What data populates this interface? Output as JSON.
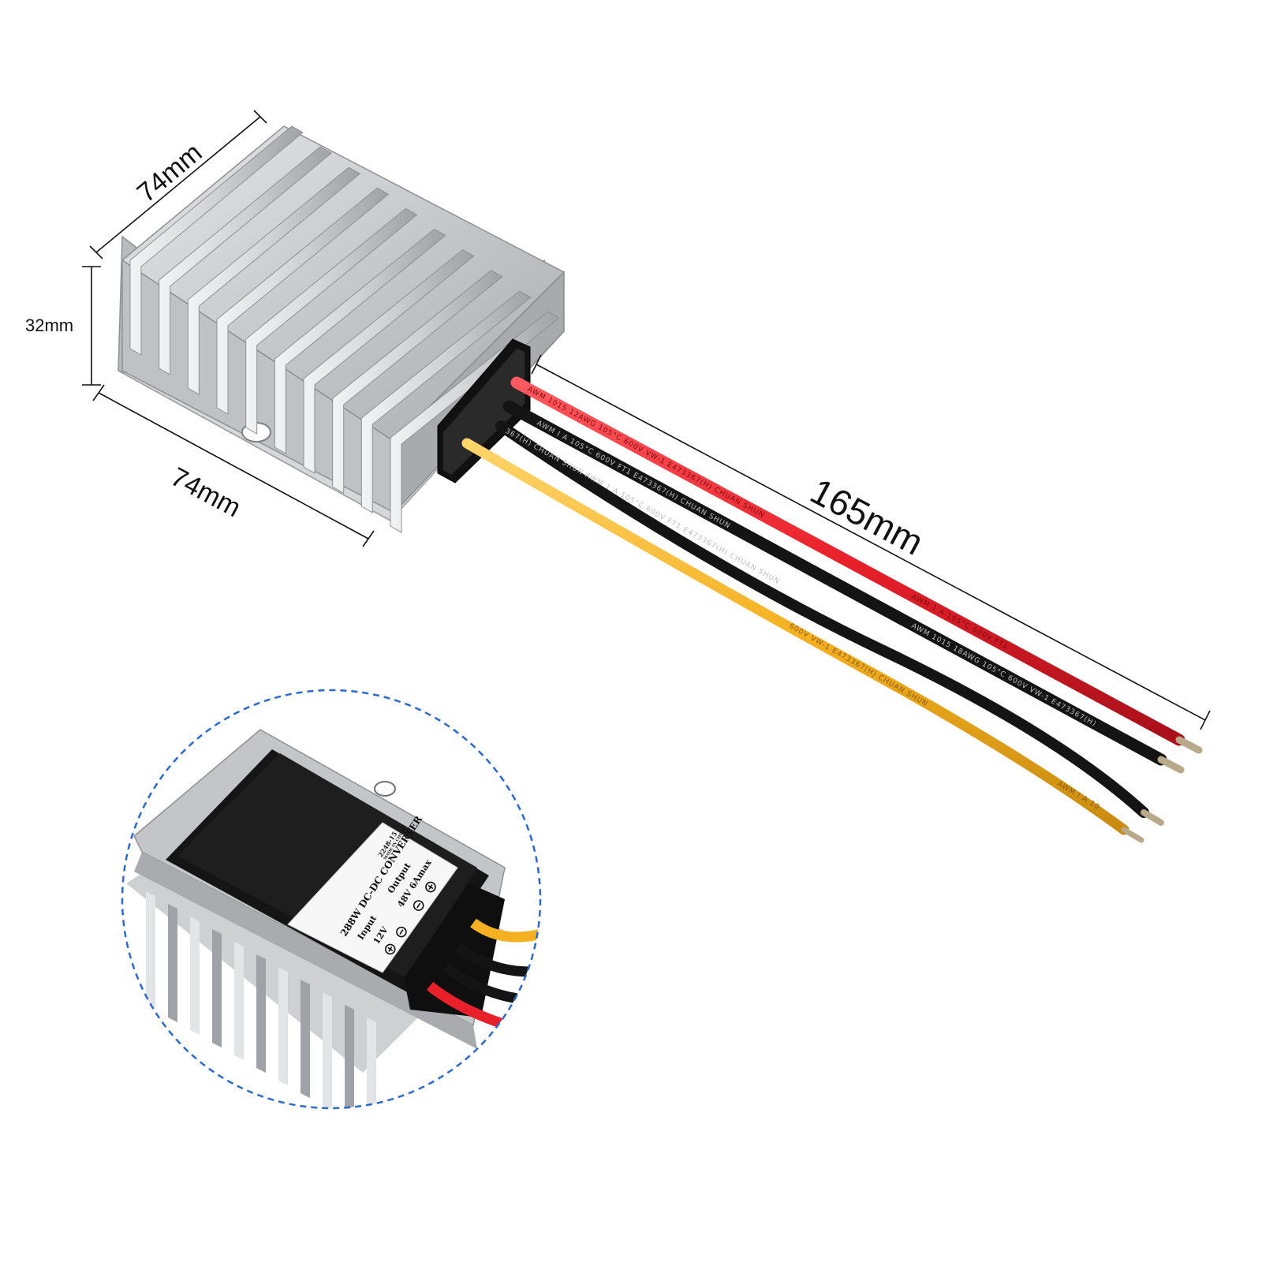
{
  "dimensions": {
    "depth": "74mm",
    "height": "32mm",
    "width": "74mm",
    "cable_length": "165mm"
  },
  "wires": {
    "red": {
      "print": "AWM 1015 12AWG 105°C 600V VW-1 E473367(H) CHUAN SHUN",
      "print_end": "AWM 1 A 105°C 600V FT1"
    },
    "black_upper": {
      "print": "AWM I A 105°C 600V FT1 E473367(H) CHUAN SHUN",
      "print_end": "AWM 1015 18AWG 105°C 600V VW-1 E473367(H)"
    },
    "black_lower": {
      "print": "367(H) CHUAN SHUN  AWM 1 A 105°C 600V FT1 E473367(H) CHUAN SHUN"
    },
    "yellow": {
      "print": "600V VW-1 E473367(H) CHUAN SHUN",
      "print_end": "AWM I A 10"
    }
  },
  "label": {
    "model": "2248-15",
    "made_in": "MADE IN CHINA",
    "title": "288W DC-DC CONVERTER",
    "input_heading": "Input",
    "output_heading": "Output",
    "input_voltage": "12V",
    "output_rating": "48V 6Amax"
  },
  "colors": {
    "wire_red": "#e8202a",
    "wire_black": "#141414",
    "wire_yellow": "#f4b020",
    "housing": "#c9cacc",
    "zoom_circle": "#2a6ad0"
  }
}
